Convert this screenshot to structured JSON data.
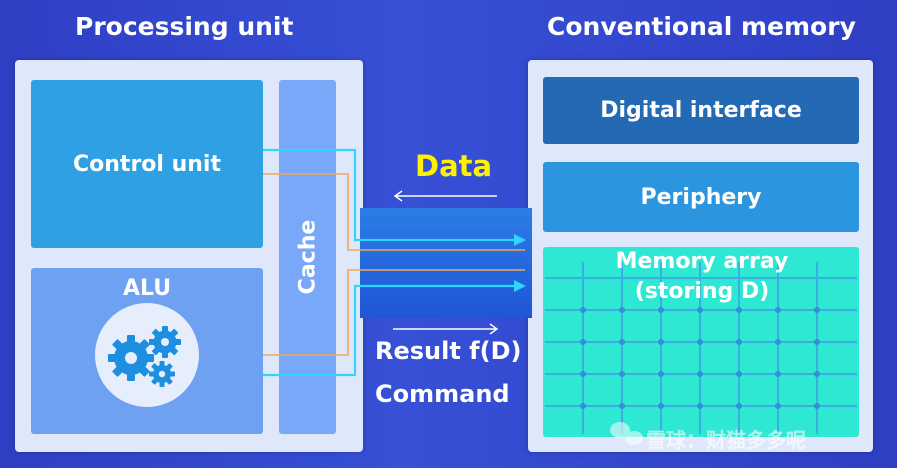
{
  "processing_unit": {
    "title": "Processing unit",
    "control_unit": "Control unit",
    "alu": "ALU",
    "cache": "Cache"
  },
  "memory": {
    "title": "Conventional memory",
    "digital_interface": "Digital interface",
    "periphery": "Periphery",
    "array_line1": "Memory array",
    "array_line2": "(storing D)"
  },
  "bus": {
    "data_label": "Data",
    "result_label": "Result f(D)",
    "command_label": "Command"
  },
  "watermark": "雪球：财猫多多呢",
  "colors": {
    "background": "#3348d2",
    "panel": "#dfe8fb",
    "control_unit": "#2ea0e3",
    "alu": "#6ea1f2",
    "cache": "#7aa8f8",
    "digital_interface": "#2469b3",
    "periphery": "#2c95e0",
    "memory_array": "#2ee8d4",
    "data_label": "#fff200"
  }
}
